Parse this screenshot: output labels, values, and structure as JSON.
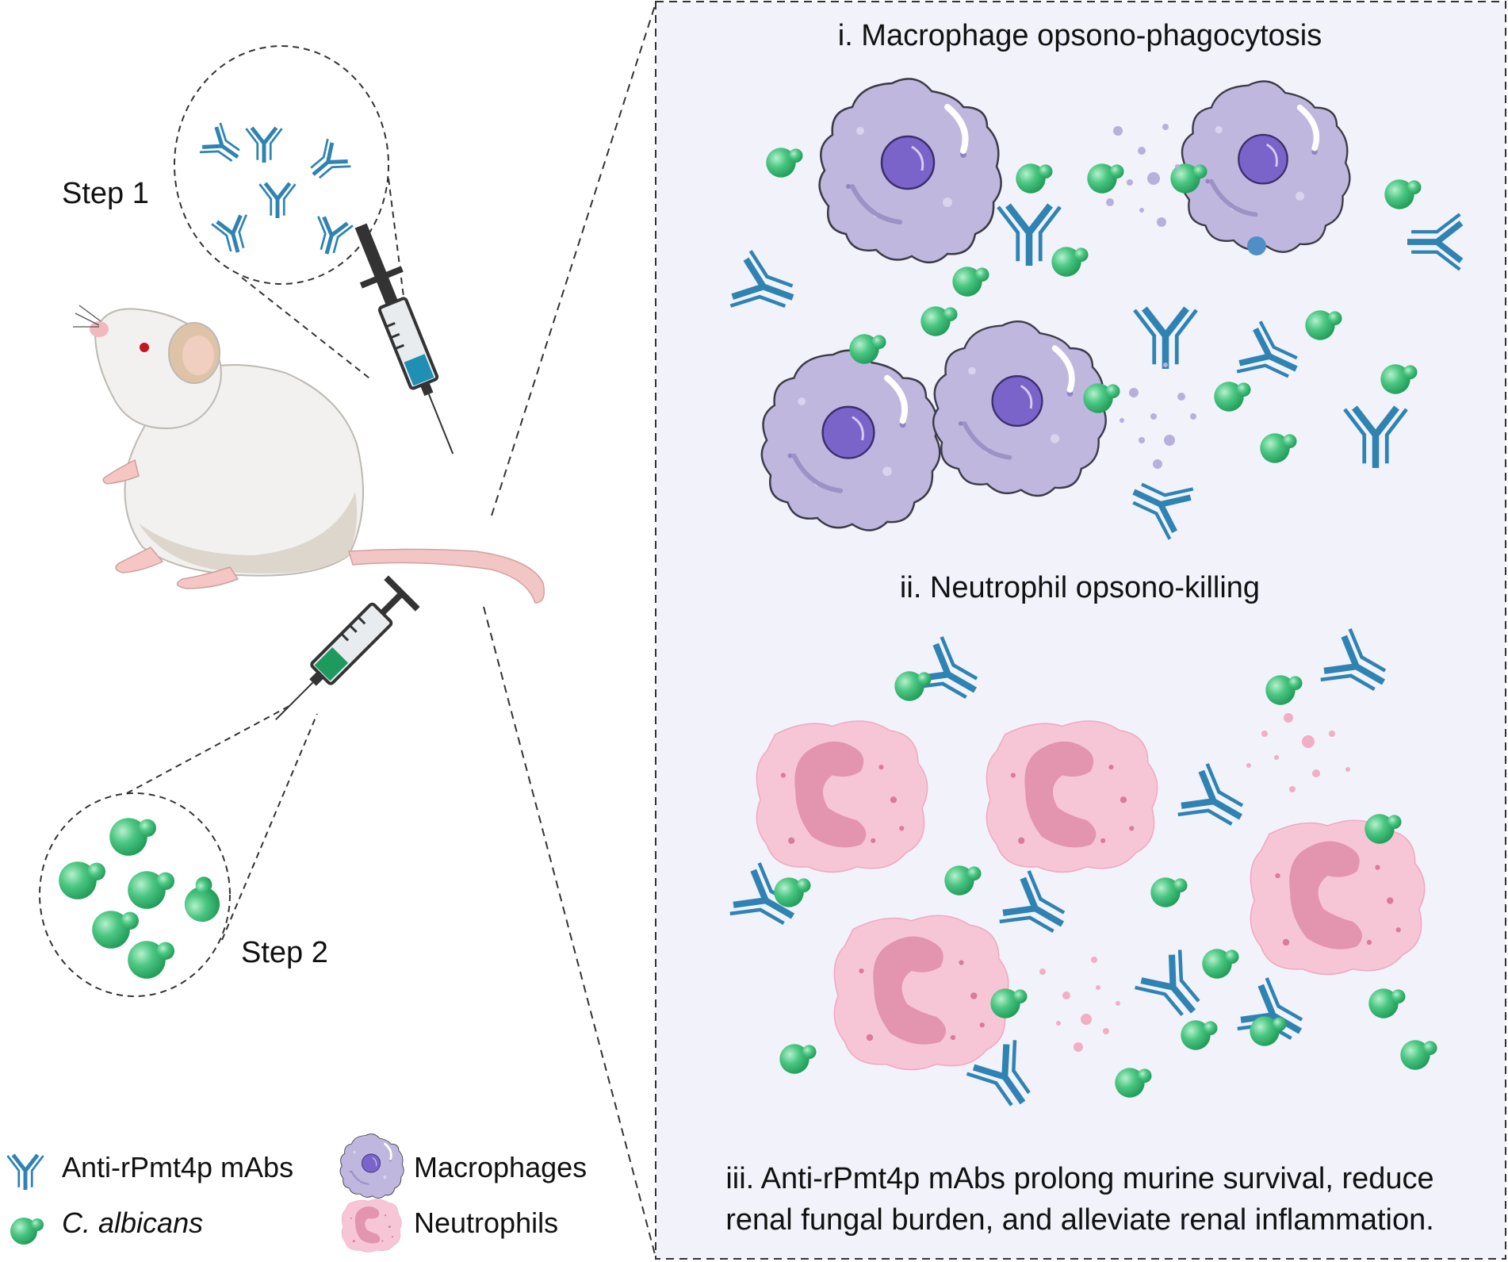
{
  "steps": {
    "step1": "Step 1",
    "step2": "Step 2"
  },
  "panel": {
    "section_i": "i. Macrophage opsono-phagocytosis",
    "section_ii": "ii. Neutrophil opsono-killing",
    "summary_line1": "iii. Anti-rPmt4p mAbs prolong murine survival, reduce",
    "summary_line2": "renal fungal burden, and alleviate renal inflammation."
  },
  "legend": {
    "antibody": "Anti-rPmt4p mAbs",
    "candida": "C. albicans",
    "macrophage": "Macrophages",
    "neutrophil": "Neutrophils"
  },
  "colors": {
    "antibody": "#2f83b3",
    "candida": "#3fbf77",
    "macrophage": "#bcb4dc",
    "macrophage_nucleus": "#7a63c9",
    "neutrophil": "#f6c3d3",
    "neutrophil_nucleus": "#e093ad",
    "panel_bg": "#f1f2fa",
    "syringe_blue": "#1f8fb3",
    "syringe_green": "#1e9a5f"
  },
  "icons": [
    "antibody-icon",
    "candida-icon",
    "macrophage-icon",
    "neutrophil-icon",
    "mouse-icon",
    "syringe-icon"
  ]
}
